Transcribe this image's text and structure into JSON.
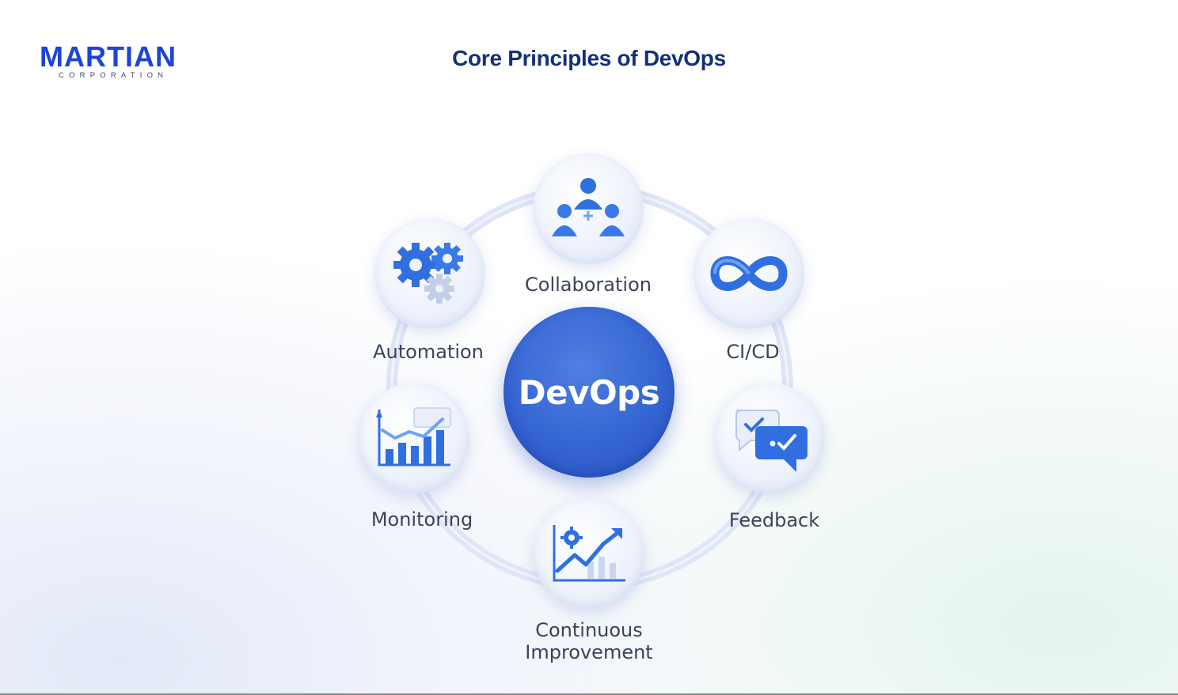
{
  "logo": {
    "word": "MARTIAN",
    "sub": "CORPORATION"
  },
  "title": "Core Principles of DevOps",
  "center": {
    "label": "DevOps"
  },
  "principles": [
    {
      "label": "Collaboration",
      "icon": "team-icon"
    },
    {
      "label": "CI/CD",
      "icon": "infinity-loop-icon"
    },
    {
      "label": "Feedback",
      "icon": "chat-bubbles-icon"
    },
    {
      "label": "Continuous",
      "label2": "Improvement",
      "icon": "growth-chart-gear-icon"
    },
    {
      "label": "Monitoring",
      "icon": "bar-chart-icon"
    },
    {
      "label": "Automation",
      "icon": "gears-icon"
    }
  ],
  "colors": {
    "brand": "#1d44d8",
    "title": "#14307a",
    "accent": "#3565d2",
    "ring": "#d9e2f5"
  }
}
